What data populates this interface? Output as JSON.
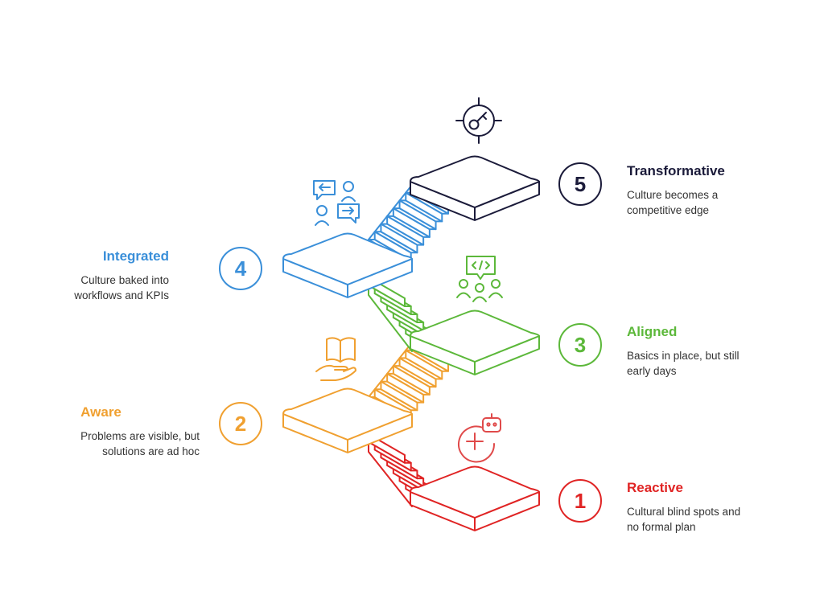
{
  "colors": {
    "reactive": "#e02424",
    "aware": "#f0a030",
    "aligned": "#5cb83a",
    "integrated": "#3a8fd9",
    "transformative": "#1b1b3a"
  },
  "steps": [
    {
      "number": "1",
      "title": "Reactive",
      "desc_line1": "Cultural blind spots and",
      "desc_line2": "no formal plan",
      "icon": "robot-plus-icon"
    },
    {
      "number": "2",
      "title": "Aware",
      "desc_line1": "Problems are visible, but",
      "desc_line2": "solutions are ad hoc",
      "icon": "book-hand-icon"
    },
    {
      "number": "3",
      "title": "Aligned",
      "desc_line1": "Basics in place, but still",
      "desc_line2": "early days",
      "icon": "team-code-icon"
    },
    {
      "number": "4",
      "title": "Integrated",
      "desc_line1": "Culture baked into",
      "desc_line2": "workflows and KPIs",
      "icon": "exchange-people-icon"
    },
    {
      "number": "5",
      "title": "Transformative",
      "desc_line1": "Culture becomes a",
      "desc_line2": "competitive edge",
      "icon": "target-key-icon"
    }
  ]
}
